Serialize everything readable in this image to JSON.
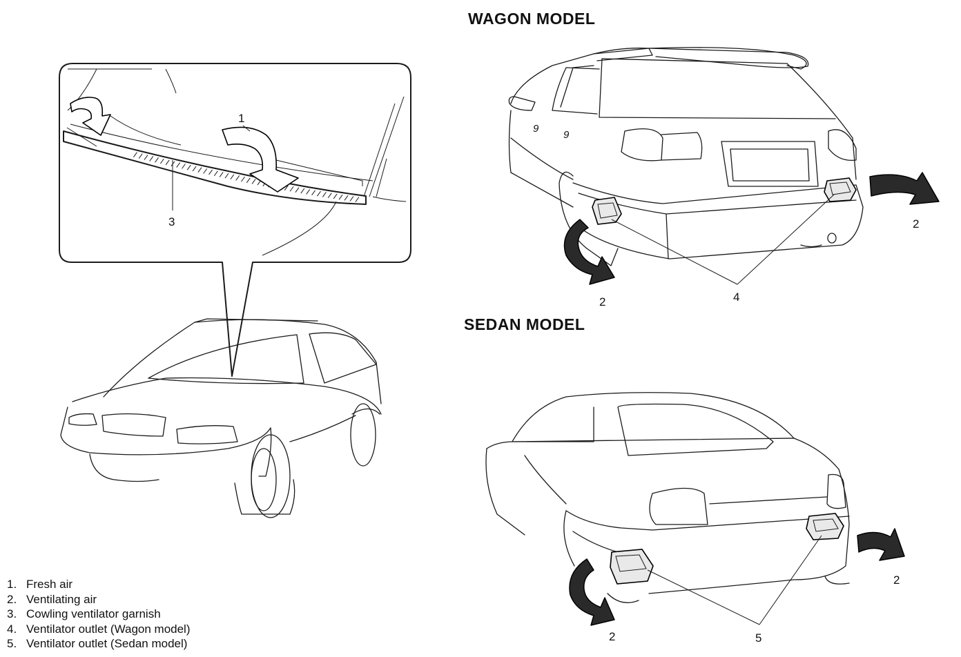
{
  "headings": {
    "wagon": "WAGON MODEL",
    "sedan": "SEDAN MODEL"
  },
  "callouts": {
    "fresh_air": "1",
    "cowl_garnish": "3",
    "wagon_air_right": "2",
    "wagon_air_left": "2",
    "wagon_outlet": "4",
    "sedan_air_right": "2",
    "sedan_air_left": "2",
    "sedan_outlet": "5"
  },
  "legend": [
    {
      "num": "1.",
      "text": "Fresh air"
    },
    {
      "num": "2.",
      "text": "Ventilating air"
    },
    {
      "num": "3.",
      "text": "Cowling ventilator garnish"
    },
    {
      "num": "4.",
      "text": "Ventilator outlet (Wagon model)"
    },
    {
      "num": "5.",
      "text": "Ventilator outlet (Sedan model)"
    }
  ],
  "colors": {
    "line": "#1a1a1a",
    "arrow_fill": "#2a2a2a",
    "background": "#ffffff"
  }
}
